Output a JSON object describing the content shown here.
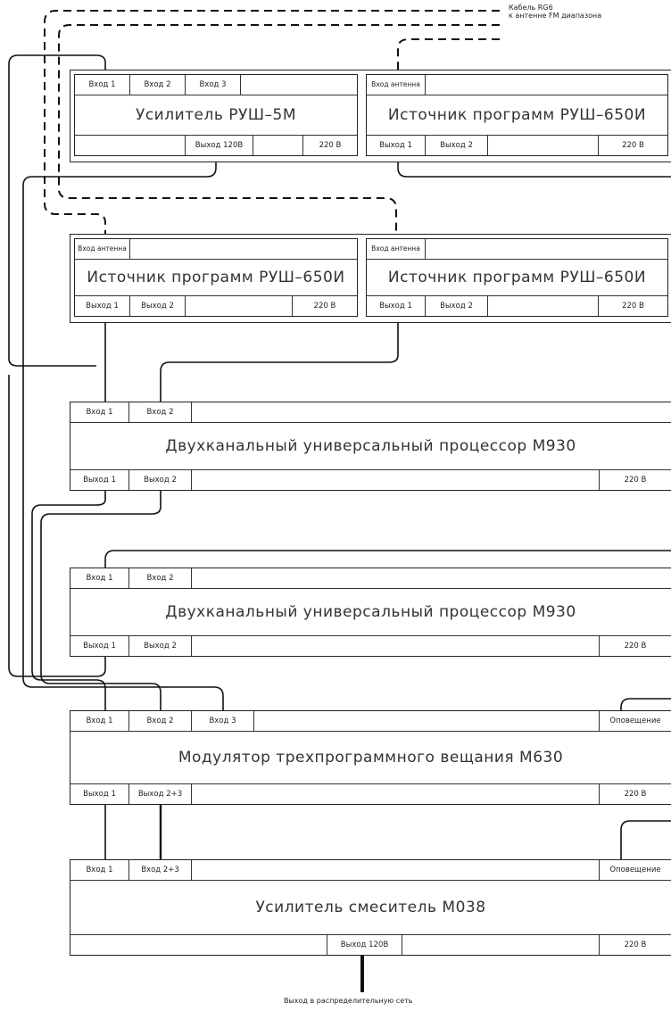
{
  "cable_note": {
    "line1": "Кабель RG6",
    "line2": "к антенне FM диапазона"
  },
  "output_note": "Выход в распределительную сеть",
  "devices": {
    "rush5m": {
      "title": "Усилитель РУШ–5М",
      "inputs": [
        "Вход 1",
        "Вход 2",
        "Вход 3"
      ],
      "output": "Выход 120В",
      "power": "220 В"
    },
    "rush650_top": {
      "title": "Источник программ РУШ–650И",
      "antenna": "Вход антенна",
      "outputs": [
        "Выход 1",
        "Выход 2"
      ],
      "power": "220 В"
    },
    "rush650_a": {
      "title": "Источник программ РУШ–650И",
      "antenna": "Вход антенна",
      "outputs": [
        "Выход 1",
        "Выход 2"
      ],
      "power": "220 В"
    },
    "rush650_b": {
      "title": "Источник программ РУШ–650И",
      "antenna": "Вход антенна",
      "outputs": [
        "Выход 1",
        "Выход 2"
      ],
      "power": "220 В"
    },
    "m930_1": {
      "title": "Двухканальный универсальный процессор М930",
      "inputs": [
        "Вход 1",
        "Вход 2"
      ],
      "outputs": [
        "Выход 1",
        "Выход 2"
      ],
      "power": "220 В"
    },
    "m930_2": {
      "title": "Двухканальный универсальный процессор М930",
      "inputs": [
        "Вход 1",
        "Вход 2"
      ],
      "outputs": [
        "Выход 1",
        "Выход 2"
      ],
      "power": "220 В"
    },
    "m630": {
      "title": "Модулятор трехпрограммного вещания М630",
      "inputs": [
        "Вход 1",
        "Вход 2",
        "Вход 3"
      ],
      "alert": "Оповещение",
      "outputs": [
        "Выход 1",
        "Выход 2+3"
      ],
      "power": "220 В"
    },
    "m038": {
      "title": "Усилитель смеситель М038",
      "inputs": [
        "Вход 1",
        "Вход 2+3"
      ],
      "alert": "Оповещение",
      "output": "Выход 120В",
      "power": "220 В"
    }
  }
}
